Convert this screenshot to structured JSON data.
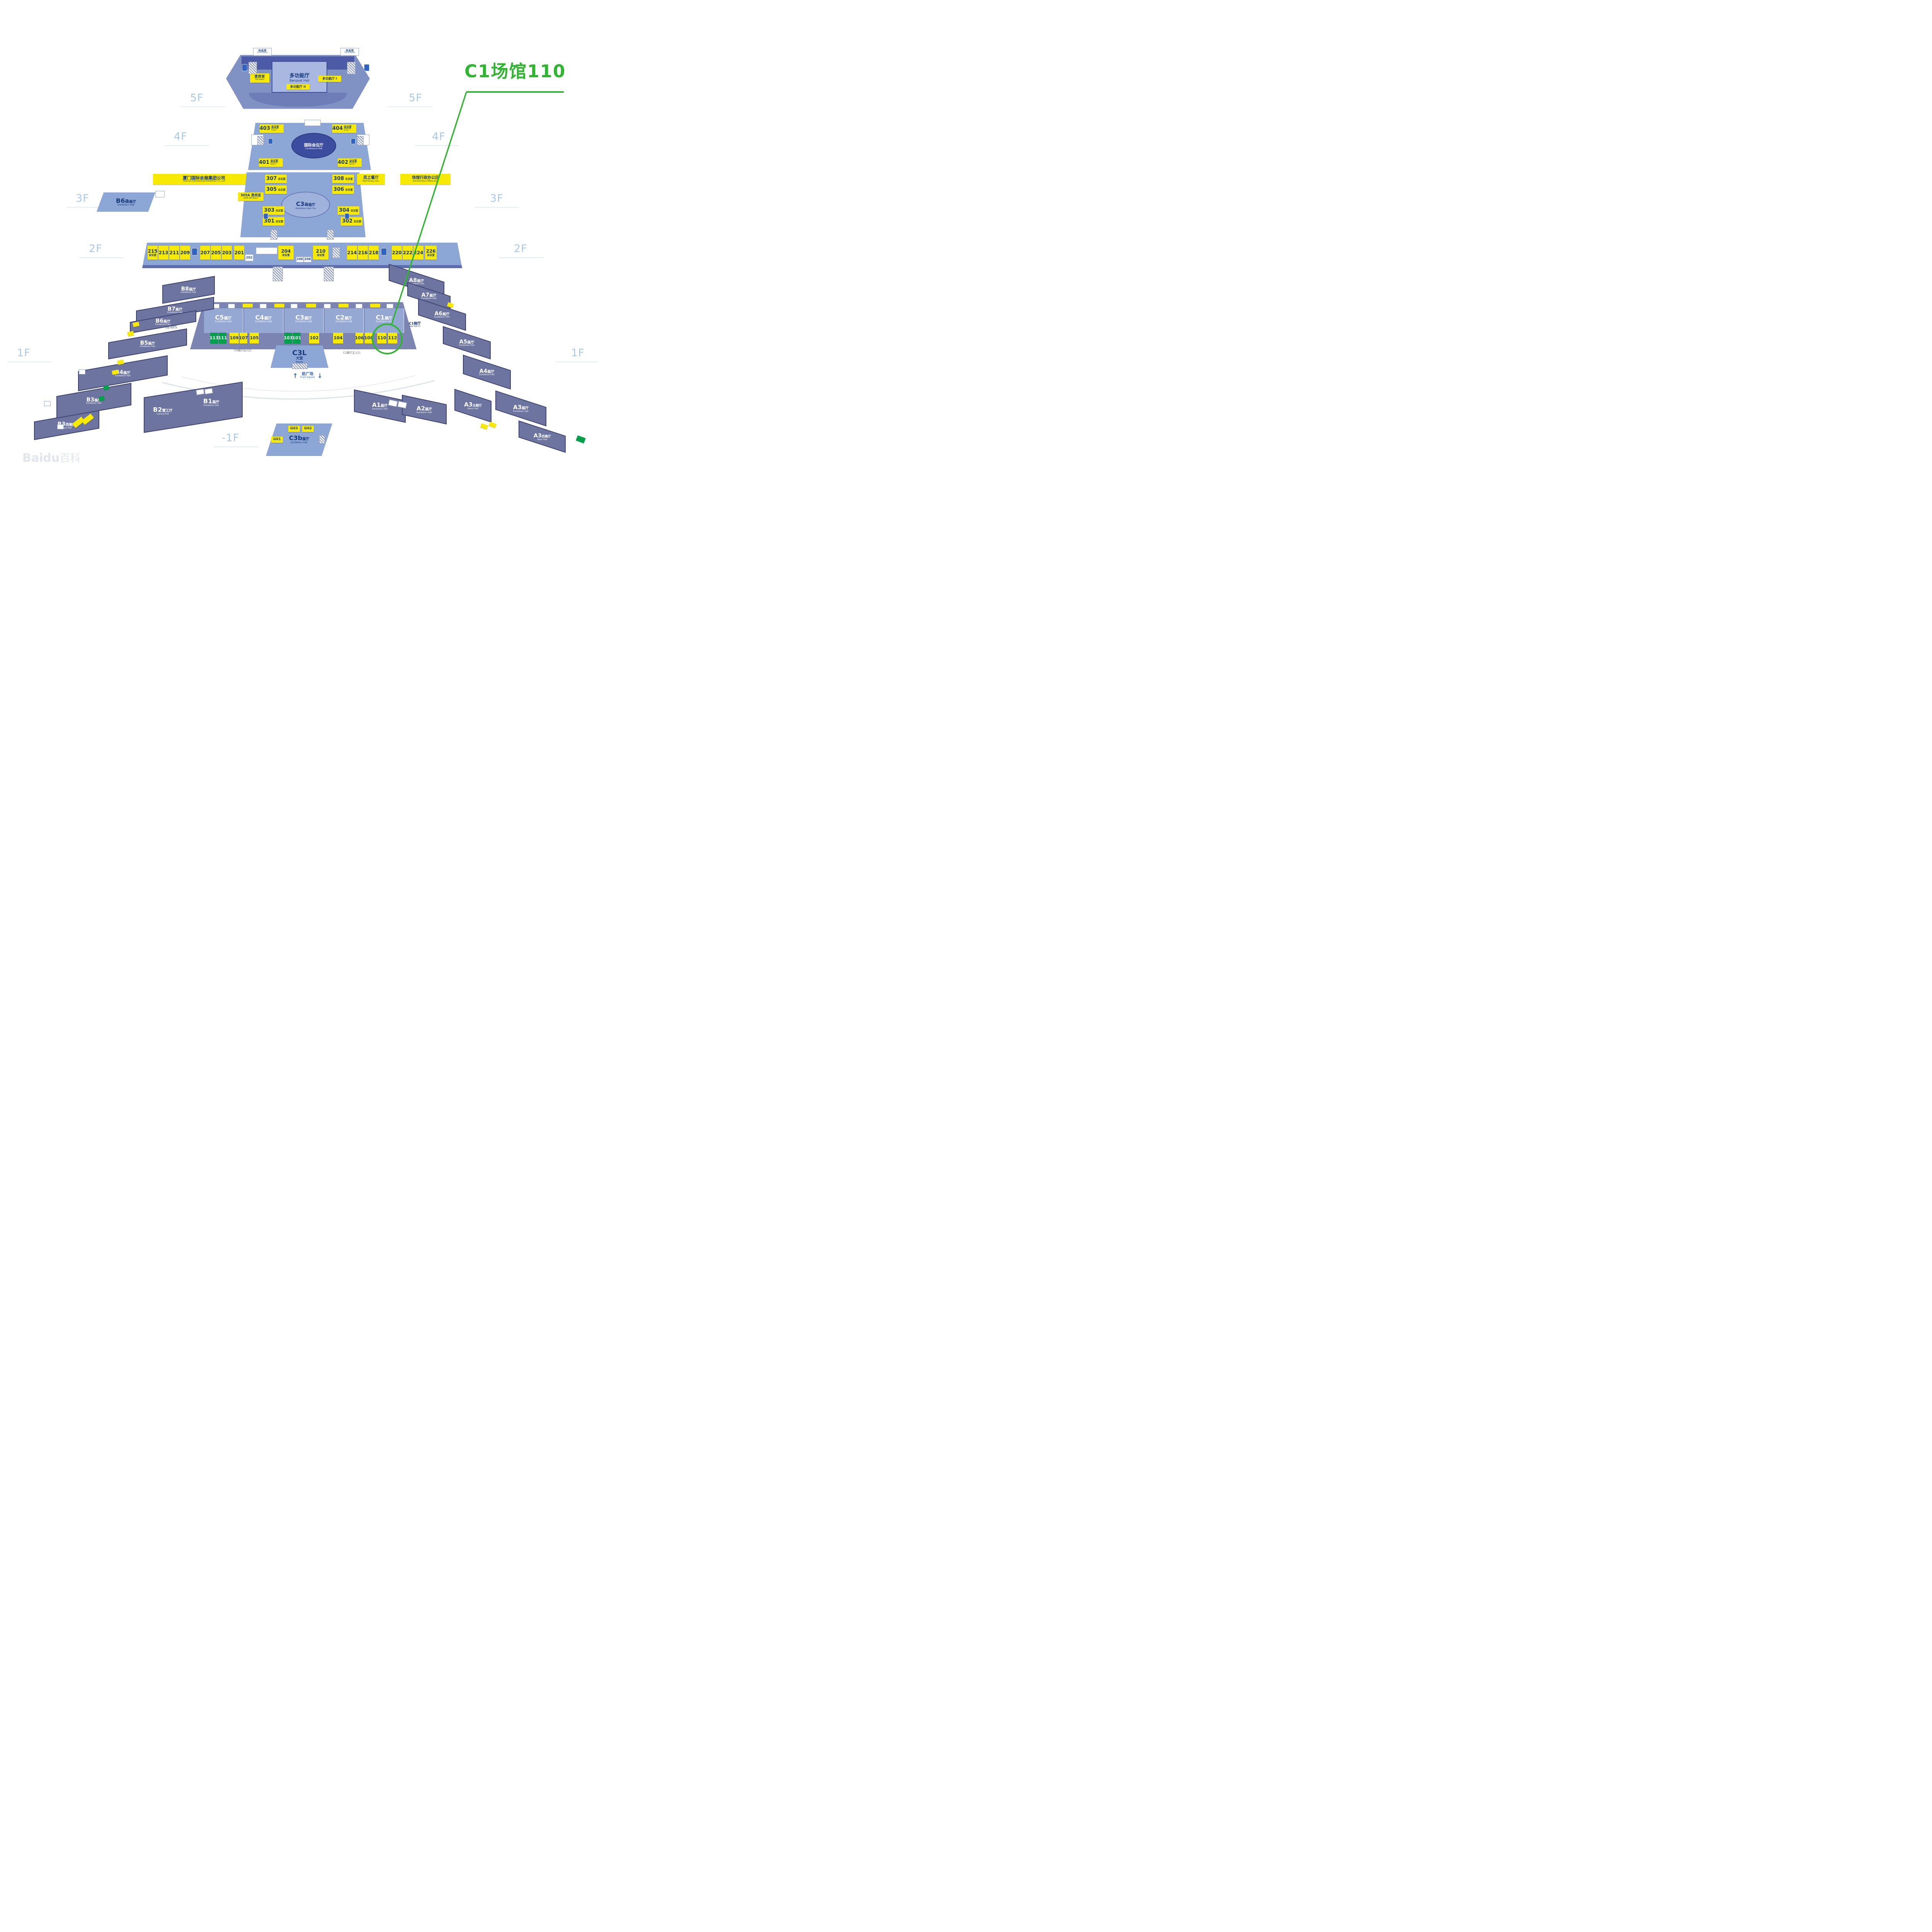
{
  "colors": {
    "highlight_green": "#2fb52f",
    "room_yellow": "#f7ea00",
    "room_green": "#00a04a",
    "slab_blue": "#8ca6d6",
    "wing_slate": "#6e74a0",
    "floor_label_blue": "#a9c9e9"
  },
  "icons": {
    "arrow_up": "↑",
    "arrow_down": "↓"
  },
  "annotation": {
    "label": "C1场馆110"
  },
  "watermark": {
    "brand": "Baidu",
    "suffix": "百科"
  },
  "floor_labels": {
    "f5_left": "5F",
    "f5_right": "5F",
    "f4_left": "4F",
    "f4_right": "4F",
    "f3_left": "3F",
    "f3_right": "3F",
    "f2_left": "2F",
    "f2_right": "2F",
    "f1_left": "1F",
    "f1_right": "1F",
    "bf1_left": "-1F"
  },
  "f5": {
    "banquet_cn": "多功能厅",
    "banquet_en": "Banquet Hall",
    "vip_cn": "贵宾室",
    "vip_en": "VIP Room",
    "multi_right": "多功能厅 I",
    "multi_bottom": "多功能厅 II",
    "green_room_cn": "休息室",
    "green_room_en": "Green Room"
  },
  "f4": {
    "conf_cn": "国际会议厅",
    "conf_en": "Conference Hall",
    "rooms": [
      {
        "num": "403",
        "cn": "会议室",
        "en": "Meeting Room"
      },
      {
        "num": "404",
        "cn": "会议室",
        "en": "Meeting Room"
      },
      {
        "num": "401",
        "cn": "会议室",
        "en": "Meeting Room"
      },
      {
        "num": "402",
        "cn": "会议室",
        "en": "Meeting Room"
      }
    ]
  },
  "f3": {
    "b6a_code": "B6a",
    "b6a_cn": "展厅",
    "b6a_en": "Exhibition Hall",
    "company_cn": "厦门国际会展集团公司",
    "company_en": "Xiamen International Exhibition Co.,Ltd",
    "c3a_code": "C3a",
    "c3a_cn": "展厅",
    "c3a_en": "Exhibition Hall C3a",
    "room_305a_cn": "305A 贵宾室",
    "room_305a_en": "305A VIP Room",
    "staff_cn": "员工餐厅",
    "staff_en": "Staff Dining room",
    "admin_cn": "场馆行政办公区",
    "admin_en": "Administration Office Area",
    "rooms_left": [
      {
        "num": "307",
        "cn": "会议室"
      },
      {
        "num": "305",
        "cn": "会议室"
      },
      {
        "num": "303",
        "cn": "会议室"
      },
      {
        "num": "301",
        "cn": "会议室"
      }
    ],
    "rooms_right": [
      {
        "num": "308",
        "cn": "会议室"
      },
      {
        "num": "306",
        "cn": "会议室"
      },
      {
        "num": "304",
        "cn": "会议室"
      },
      {
        "num": "302",
        "cn": "会议室"
      }
    ]
  },
  "f2": {
    "rooms": [
      {
        "num": "215",
        "cn": "会议室"
      },
      {
        "num": "213"
      },
      {
        "num": "211"
      },
      {
        "num": "209"
      },
      {
        "num": "207"
      },
      {
        "num": "205"
      },
      {
        "num": "203"
      },
      {
        "num": "201"
      },
      {
        "num": "202"
      },
      {
        "num": "204",
        "cn": "会议室"
      },
      {
        "num": "206"
      },
      {
        "num": "208"
      },
      {
        "num": "210",
        "cn": "会议室"
      },
      {
        "num": "214"
      },
      {
        "num": "216"
      },
      {
        "num": "218"
      },
      {
        "num": "220"
      },
      {
        "num": "222"
      },
      {
        "num": "224"
      },
      {
        "num": "226",
        "cn": "会议室"
      }
    ]
  },
  "f1": {
    "center_halls": [
      {
        "code": "C5",
        "cn": "展厅",
        "en": "Exhibition Hall"
      },
      {
        "code": "C4",
        "cn": "展厅",
        "en": "Exhibition Hall"
      },
      {
        "code": "C3",
        "cn": "展厅",
        "en": "Exhibition Hall"
      },
      {
        "code": "C2",
        "cn": "展厅",
        "en": "Exhibition Hall"
      },
      {
        "code": "C1",
        "cn": "展厅",
        "en": "Exhibition Hall"
      }
    ],
    "side_hall_left_cn": "C5侧厅",
    "side_hall_left_en": "Side Hall C5",
    "side_hall_right_cn": "C1侧厅",
    "side_hall_right_en": "Side Hall C1",
    "room_boxes": [
      {
        "num": "113",
        "color": "green"
      },
      {
        "num": "111",
        "color": "green"
      },
      {
        "num": "109",
        "color": "yellow"
      },
      {
        "num": "107",
        "color": "yellow"
      },
      {
        "num": "105",
        "color": "yellow"
      },
      {
        "num": "103",
        "color": "green"
      },
      {
        "num": "101",
        "color": "green"
      },
      {
        "num": "102",
        "color": "yellow"
      },
      {
        "num": "104",
        "color": "yellow"
      },
      {
        "num": "106",
        "color": "yellow"
      },
      {
        "num": "108",
        "color": "yellow"
      },
      {
        "num": "110",
        "color": "yellow"
      },
      {
        "num": "112",
        "color": "yellow"
      }
    ],
    "foyer_code": "C3L",
    "foyer_cn": "大堂",
    "foyer_en": "Foyer",
    "front_square_cn": "前广场",
    "front_square_en": "Front Square",
    "entrance_c4": "C4展厅出入口",
    "entrance_c2": "C2展厅主入口",
    "left_halls": [
      {
        "code": "B8",
        "cn": "展厅",
        "en": "Exhibition Hall"
      },
      {
        "code": "B7",
        "cn": "展厅",
        "en": "Exhibition Hall"
      },
      {
        "code": "B6",
        "cn": "展厅",
        "en": "Exhibition Hall"
      },
      {
        "code": "B5",
        "cn": "展厅",
        "en": "Exhibition Hall"
      },
      {
        "code": "B4",
        "cn": "展厅",
        "en": "Exhibition Hall"
      },
      {
        "code": "B3",
        "cn": "展厅",
        "en": "Exhibition Hall"
      }
    ],
    "b3l": "B3L",
    "b3w_code": "B3",
    "b3w_cn": "西侧厅",
    "b3w_en": "West Hall",
    "b2_code": "B2",
    "b2_cn": "鹭江厅",
    "b2_en": "Lujiang Hall",
    "b1_code": "B1",
    "b1_cn": "展厅",
    "b1_en": "Exhibition Hall",
    "right_halls": [
      {
        "code": "A8",
        "cn": "展厅",
        "en": "Exhibition Hall"
      },
      {
        "code": "A7",
        "cn": "展厅",
        "en": "Exhibition Hall"
      },
      {
        "code": "A6",
        "cn": "展厅",
        "en": "Exhibition Hall"
      },
      {
        "code": "A5",
        "cn": "展厅",
        "en": "Exhibition Hall"
      },
      {
        "code": "A4",
        "cn": "展厅",
        "en": "Exhibition Hall"
      }
    ],
    "a3n_code": "A3",
    "a3n_cn": "北侧厅",
    "a3n_en": "North Hall",
    "a3_code": "A3",
    "a3_cn": "展厅",
    "a3_en": "Exhibition Hall",
    "a3w_code": "A3",
    "a3w_cn": "西侧厅",
    "a3w_en": "West Hall",
    "a1_code": "A1",
    "a1_cn": "展厅",
    "a1_en": "Exhibition Hall",
    "a2_code": "A2",
    "a2_cn": "展厅",
    "a2_en": "Exhibition Hall"
  },
  "bf1": {
    "code": "C3b",
    "cn": "展厅",
    "en": "Exhibition Hall",
    "g_rooms": [
      "G03",
      "G02",
      "G01"
    ]
  }
}
